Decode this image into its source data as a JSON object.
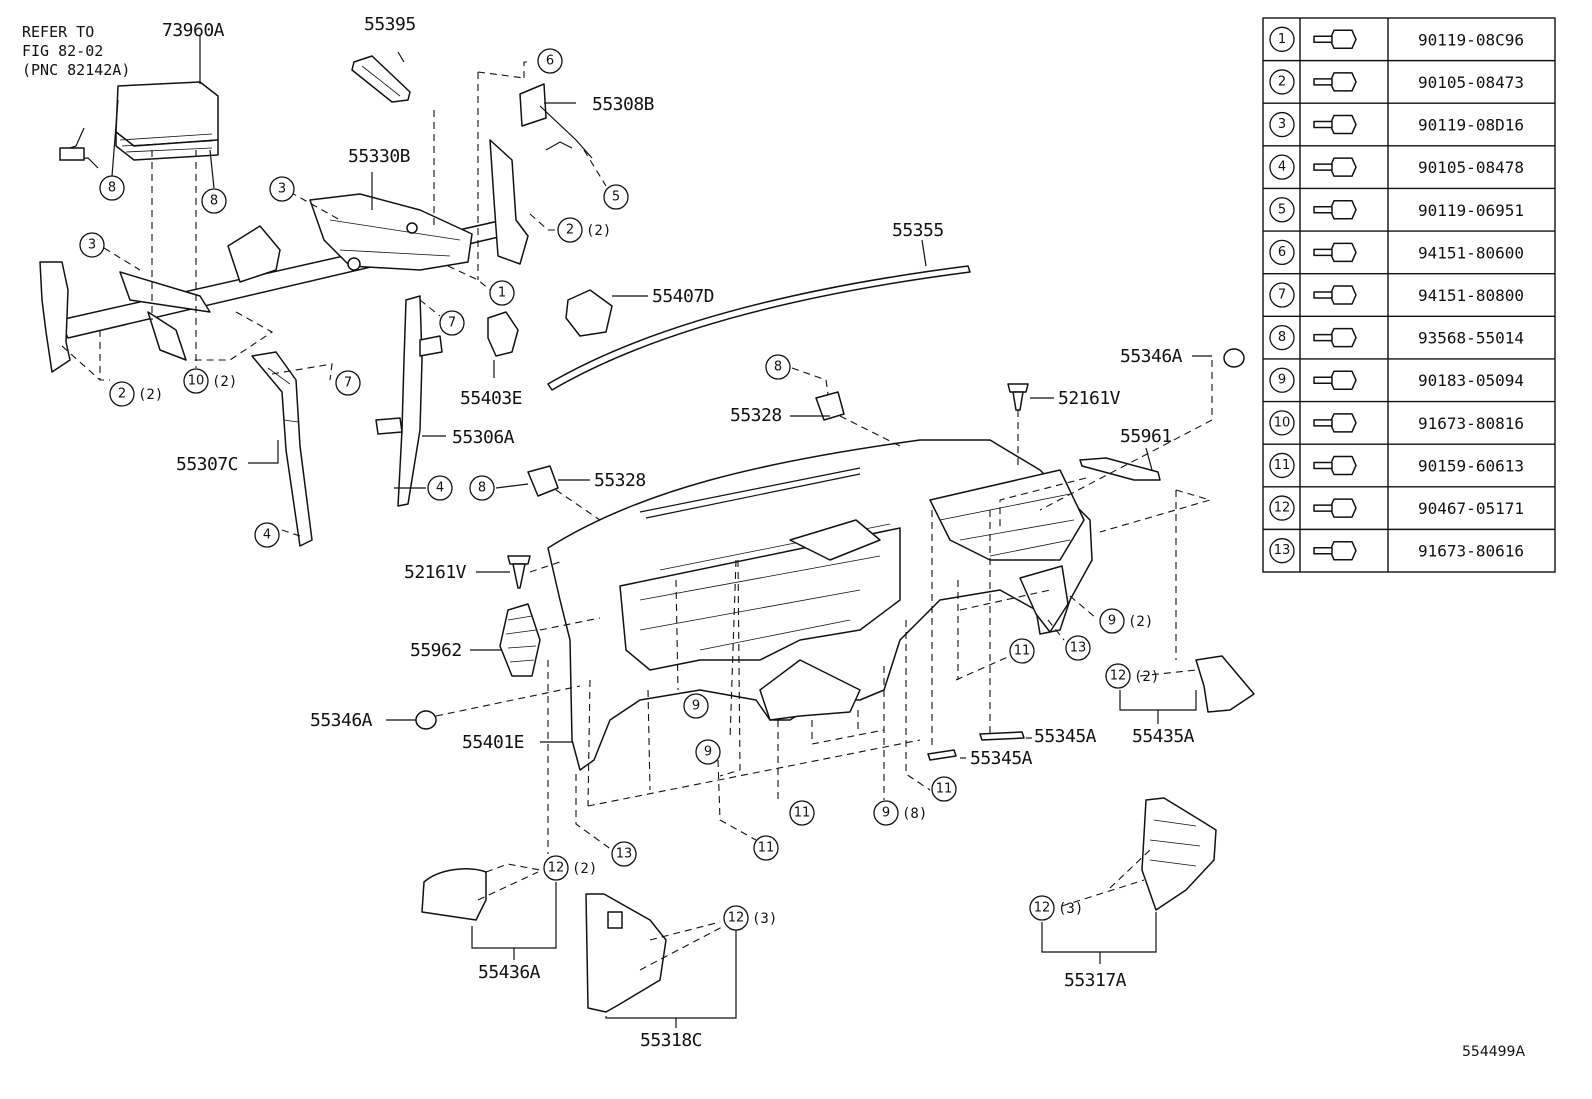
{
  "reference_note": [
    "REFER TO",
    "FIG 82-02",
    "(PNC 82142A)"
  ],
  "diagram_id": "554499A",
  "part_labels": {
    "p73960A": "73960A",
    "p55395": "55395",
    "p55308B": "55308B",
    "p55330B": "55330B",
    "p55355": "55355",
    "p55407D": "55407D",
    "p55403E": "55403E",
    "p55306A": "55306A",
    "p55307C": "55307C",
    "p55346A_top": "55346A",
    "p52161V_top": "52161V",
    "p55328_top": "55328",
    "p55328_mid": "55328",
    "p55961": "55961",
    "p52161V_left": "52161V",
    "p55962": "55962",
    "p55346A_left": "55346A",
    "p55401E": "55401E",
    "p55345A_a": "55345A",
    "p55345A_b": "55345A",
    "p55435A": "55435A",
    "p55436A": "55436A",
    "p55318C": "55318C",
    "p55317A": "55317A"
  },
  "callouts": {
    "c8a": "8",
    "c8b": "8",
    "c3a": "3",
    "c3b": "3",
    "c6": "6",
    "c5": "5",
    "c2a": "2",
    "c2b": "2",
    "c1": "1",
    "c7a": "7",
    "c7b": "7",
    "c10": "10",
    "c4a": "4",
    "c4b": "4",
    "c8c": "8",
    "c8d": "8",
    "c9a": "9",
    "c9b": "9",
    "c9c": "9",
    "c9d": "9",
    "c11a": "11",
    "c11b": "11",
    "c11c": "11",
    "c11d": "11",
    "c13a": "13",
    "c13b": "13",
    "c12a": "12",
    "c12b": "12",
    "c12c": "12",
    "c12d": "12"
  },
  "quantities": {
    "q2a": "(2)",
    "q2b": "(2)",
    "q10": "(2)",
    "q9a": "(2)",
    "q9d": "(8)",
    "q12a": "(2)",
    "q12b": "(2)",
    "q12c": "(3)",
    "q12d": "(3)"
  },
  "fastener_table": [
    {
      "no": "1",
      "part": "90119-08C96"
    },
    {
      "no": "2",
      "part": "90105-08473"
    },
    {
      "no": "3",
      "part": "90119-08D16"
    },
    {
      "no": "4",
      "part": "90105-08478"
    },
    {
      "no": "5",
      "part": "90119-06951"
    },
    {
      "no": "6",
      "part": "94151-80600"
    },
    {
      "no": "7",
      "part": "94151-80800"
    },
    {
      "no": "8",
      "part": "93568-55014"
    },
    {
      "no": "9",
      "part": "90183-05094"
    },
    {
      "no": "10",
      "part": "91673-80816"
    },
    {
      "no": "11",
      "part": "90159-60613"
    },
    {
      "no": "12",
      "part": "90467-05171"
    },
    {
      "no": "13",
      "part": "91673-80616"
    }
  ]
}
